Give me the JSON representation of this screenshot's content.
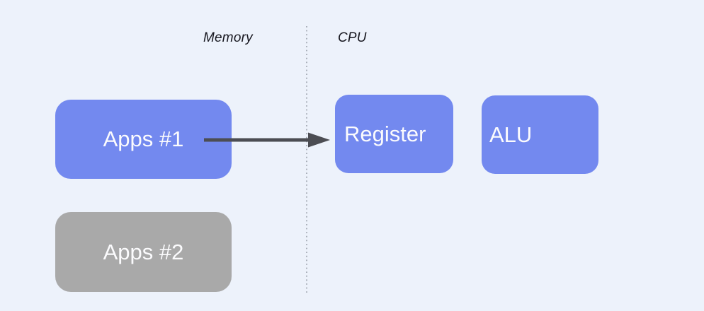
{
  "diagram": {
    "background": "#edf2fb",
    "sections": {
      "memory": {
        "label": "Memory",
        "text_color": "#17171f"
      },
      "cpu": {
        "label": "CPU",
        "text_color": "#17171f"
      }
    },
    "divider": {
      "orientation": "vertical",
      "style": "dotted",
      "color": "#a3a9b3",
      "separates": "memory-and-cpu"
    },
    "nodes": {
      "apps1": {
        "label": "Apps #1",
        "fill": "#7389ef",
        "text_color": "#fbfbfd"
      },
      "apps2": {
        "label": "Apps #2",
        "fill": "#a9a9a9",
        "text_color": "#fbfbfd"
      },
      "register": {
        "label": "Register",
        "fill": "#7389ef",
        "text_color": "#fbfbfd"
      },
      "alu": {
        "label": "ALU",
        "fill": "#7389ef",
        "text_color": "#fbfbfd"
      }
    },
    "connections": [
      {
        "from": "apps1",
        "to": "register",
        "type": "solid-arrow",
        "color": "#4c4d53"
      }
    ]
  }
}
